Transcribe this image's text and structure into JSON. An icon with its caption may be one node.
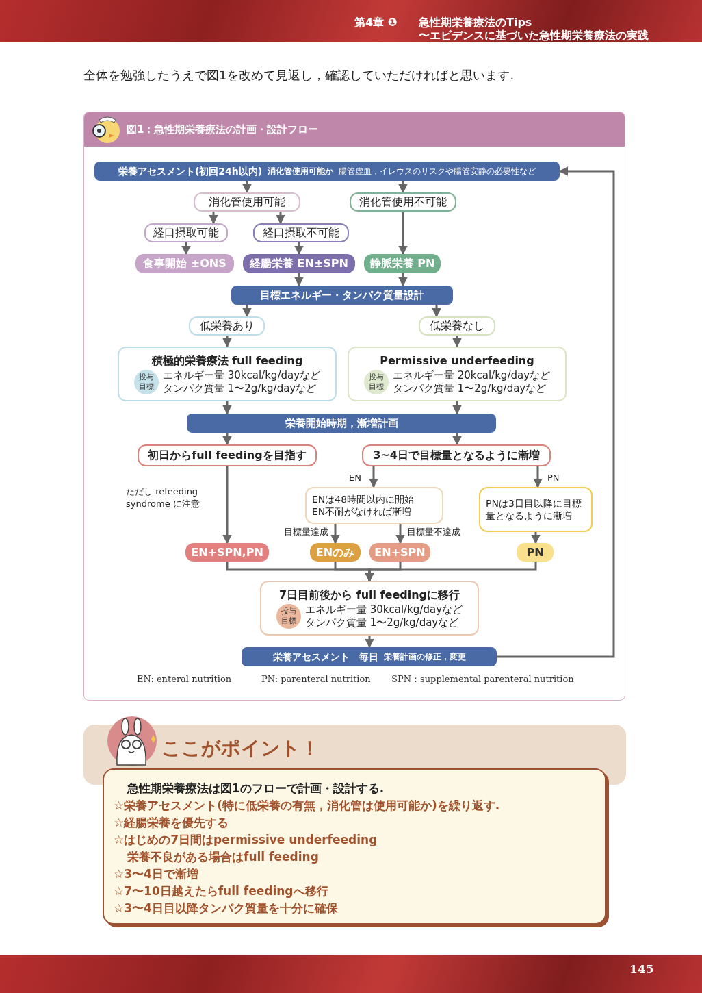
{
  "diagram": {
    "title": "図1：急性期栄養療法の計画・設計フロー",
    "nodes": [
      {
        "text": [
          "栄養アセスメント(初回24h以内)",
          "消化管使用可能か",
          "腸管虚血，イレウスのリスクや腸管安静の必要性など"
        ]
      },
      {
        "text": [
          "消化管使用可能"
        ]
      },
      {
        "text": [
          "消化管使用不可能"
        ]
      },
      {
        "text": [
          "経口摂取可能"
        ]
      },
      {
        "text": [
          "経口摂取不可能"
        ]
      },
      {
        "text": [
          "食事開始 ±ONS"
        ]
      },
      {
        "text": [
          "経腸栄養 EN±SPN"
        ]
      },
      {
        "text": [
          "静脈栄養 PN"
        ]
      },
      {
        "text": [
          "目標エネルギー・タンパク質量設計"
        ]
      },
      {
        "text": [
          "低栄養あり"
        ]
      },
      {
        "text": [
          "低栄養なし"
        ]
      },
      {
        "text": [
          "積極的栄養療法 full feeding",
          "投与目標",
          "エネルギー量 30kcal/kg/dayなど",
          "タンパク質量 1〜2g/kg/dayなど"
        ]
      },
      {
        "text": [
          "Permissive underfeeding",
          "投与目標",
          "エネルギー量 20kcal/kg/dayなど",
          "タンパク質量 1〜2g/kg/dayなど"
        ]
      },
      {
        "text": [
          "栄養開始時期，漸増計画"
        ]
      },
      {
        "text": [
          "初日からfull feedingを目指す"
        ]
      },
      {
        "text": [
          "3~4日で目標量となるように漸増"
        ]
      },
      {
        "text": [
          "ENは48時間以内に開始",
          "EN不耐がなければ漸増"
        ]
      },
      {
        "text": [
          "PNは3日目以降に目標量となるように漸増"
        ]
      },
      {
        "text": [
          "EN+SPN,PN"
        ]
      },
      {
        "text": [
          "ENのみ"
        ]
      },
      {
        "text": [
          "EN+SPN"
        ]
      },
      {
        "text": [
          "PN"
        ]
      },
      {
        "text": [
          "7日目前後から full feedingに移行",
          "投与目標",
          "エネルギー量 30kcal/kg/dayなど",
          "タンパク質量 1〜2g/kg/dayなど"
        ]
      },
      {
        "text": [
          "栄養アセスメント　毎日",
          "栄養計画の修正，変更"
        ]
      }
    ],
    "edges": [
      {
        "from": 0,
        "to": 1,
        "arrow": "to"
      },
      {
        "from": 0,
        "to": 2,
        "arrow": "to"
      },
      {
        "from": 1,
        "to": 3,
        "arrow": "to"
      },
      {
        "from": 1,
        "to": 4,
        "arrow": "to"
      },
      {
        "from": 3,
        "to": 5,
        "arrow": "to"
      },
      {
        "from": 4,
        "to": 6,
        "arrow": "to"
      },
      {
        "from": 2,
        "to": 7,
        "arrow": "to"
      },
      {
        "from": 6,
        "to": 8,
        "arrow": "to"
      },
      {
        "from": 7,
        "to": 8,
        "arrow": "to"
      },
      {
        "from": 8,
        "to": 9,
        "arrow": "to"
      },
      {
        "from": 8,
        "to": 10,
        "arrow": "to"
      },
      {
        "from": 9,
        "to": 11,
        "arrow": "to"
      },
      {
        "from": 10,
        "to": 12,
        "arrow": "to"
      },
      {
        "from": 11,
        "to": 13,
        "arrow": "to"
      },
      {
        "from": 12,
        "to": 13,
        "arrow": "to"
      },
      {
        "from": 13,
        "to": 14,
        "arrow": "to"
      },
      {
        "from": 13,
        "to": 15,
        "arrow": "to"
      },
      {
        "from": 15,
        "to": 16,
        "arrow": "to",
        "label": "EN"
      },
      {
        "from": 15,
        "to": 17,
        "arrow": "to",
        "label": "PN"
      },
      {
        "from": 14,
        "to": 18,
        "arrow": "to"
      },
      {
        "from": 16,
        "to": 19,
        "arrow": "to",
        "label": "目標量達成"
      },
      {
        "from": 16,
        "to": 20,
        "arrow": "to",
        "label": "目標量不達成"
      },
      {
        "from": 17,
        "to": 21,
        "arrow": "to"
      },
      {
        "from": 18,
        "to": 22,
        "arrow": "to"
      },
      {
        "from": 19,
        "to": 22,
        "arrow": "to"
      },
      {
        "from": 20,
        "to": 22,
        "arrow": "to"
      },
      {
        "from": 21,
        "to": 22,
        "arrow": "to"
      },
      {
        "from": 22,
        "to": 23,
        "arrow": "to"
      },
      {
        "from": 23,
        "to": 0,
        "arrow": "to"
      }
    ],
    "labels": [
      "第4章 ❶",
      "急性期栄養療法のTips",
      "〜エビデンスに基づいた急性期栄養療法の実践",
      "全体を勉強したうえで図1を改めて見返し，確認していただければと思います.",
      "ただし refeeding syndrome に注意",
      "EN: enteral nutrition",
      "PN: parenteral nutrition",
      "SPN：supplemental parenteral nutrition",
      "ここがポイント！",
      "急性期栄養療法は図1のフローで計画・設計する.",
      "☆栄養アセスメント(特に低栄養の有無，消化管は使用可能か)を繰り返す.",
      "☆経腸栄養を優先する",
      "☆はじめの7日間はpermissive underfeeding",
      "栄養不良がある場合はfull feeding",
      "☆3〜4日で漸増",
      "☆7〜10日越えたらfull feedingへ移行",
      "☆3〜4日目以降タンパク質量を十分に確保",
      "145"
    ]
  }
}
